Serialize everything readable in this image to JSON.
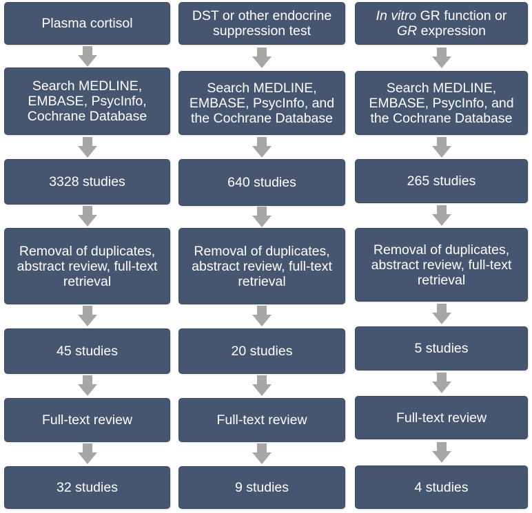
{
  "colors": {
    "box_fill": "#475670",
    "box_text": "#ffffff",
    "arrow": "#a6a6a6",
    "background": "#ffffff"
  },
  "columns": [
    {
      "steps": [
        {
          "lines": [
            "Plasma cortisol"
          ]
        },
        {
          "lines": [
            "Search MEDLINE,",
            "EMBASE, PsycInfo,",
            "Cochrane Database"
          ]
        },
        {
          "lines": [
            "3328 studies"
          ]
        },
        {
          "lines": [
            "Removal of duplicates,",
            "abstract review, full-text",
            "retrieval"
          ]
        },
        {
          "lines": [
            "45 studies"
          ]
        },
        {
          "lines": [
            "Full-text review"
          ]
        },
        {
          "lines": [
            "32 studies"
          ]
        }
      ]
    },
    {
      "steps": [
        {
          "lines": [
            "DST or other endocrine",
            "suppression test"
          ]
        },
        {
          "lines": [
            "Search MEDLINE,",
            "EMBASE, PsycInfo, and",
            "the Cochrane Database"
          ]
        },
        {
          "lines": [
            "640 studies"
          ]
        },
        {
          "lines": [
            "Removal of duplicates,",
            "abstract review, full-text",
            "retrieval"
          ]
        },
        {
          "lines": [
            "20 studies"
          ]
        },
        {
          "lines": [
            "Full-text review"
          ]
        },
        {
          "lines": [
            "9 studies"
          ]
        }
      ]
    },
    {
      "steps": [
        {
          "italic_prefix": "In vitro",
          "line1_rest": " GR function or",
          "italic_line2": "GR",
          "line2_rest": " expression"
        },
        {
          "lines": [
            "Search MEDLINE,",
            "EMBASE, PsycInfo, and",
            "the Cochrane Database"
          ]
        },
        {
          "lines": [
            "265 studies"
          ]
        },
        {
          "lines": [
            "Removal of duplicates,",
            "abstract review, full-text",
            "retrieval"
          ]
        },
        {
          "lines": [
            "5 studies"
          ]
        },
        {
          "lines": [
            "Full-text review"
          ]
        },
        {
          "lines": [
            "4 studies"
          ]
        }
      ]
    }
  ]
}
